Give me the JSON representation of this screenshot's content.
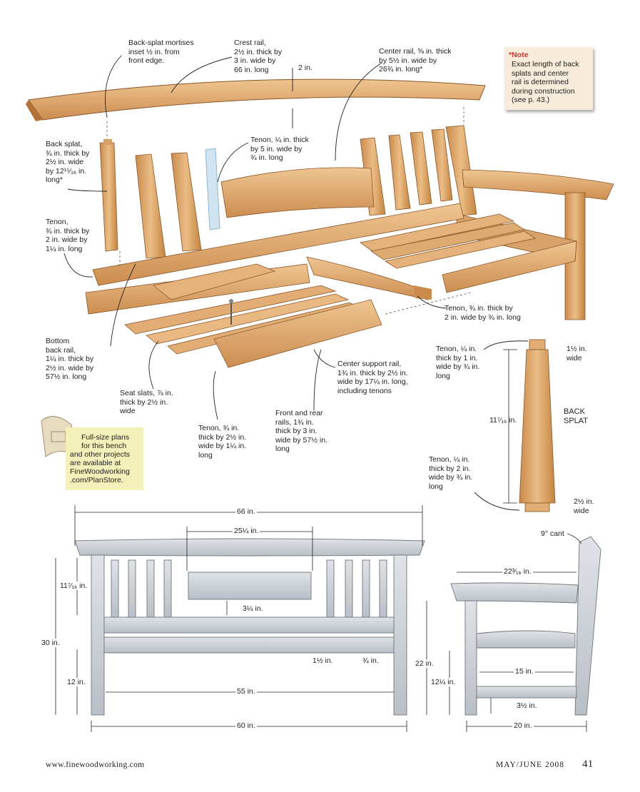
{
  "note": {
    "title": "*Note",
    "lines": [
      "Exact length of back",
      "splats and center",
      "rail is determined",
      "during construction",
      "(see p. 43.)"
    ]
  },
  "labels": {
    "backsplat_mortises": [
      "Back-splat mortises",
      "inset ½ in. from",
      "front edge."
    ],
    "crest_rail": [
      "Crest rail,",
      "2½ in. thick by",
      "3 in. wide by",
      "66 in. long"
    ],
    "two_in": [
      "2 in."
    ],
    "center_rail": [
      "Center rail, ⅝ in. thick",
      "by 5½ in. wide by",
      "26¾ in. long*"
    ],
    "back_splat": [
      "Back splat,",
      "¾ in. thick by",
      "2½ in. wide",
      "by 12¹⁵⁄₁₆ in.",
      "long*"
    ],
    "tenon_center": [
      "Tenon, ¼ in. thick",
      "by 5 in. wide by",
      "¾ in. long"
    ],
    "tenon_bottom": [
      "Tenon,",
      "¾ in. thick by",
      "2 in. wide by",
      "1¼ in. long"
    ],
    "tenon_support": [
      "Tenon, ¾ in. thick by",
      "2 in. wide by ¾ in. long"
    ],
    "bottom_back_rail": [
      "Bottom",
      "back rail,",
      "1¼ in. thick by",
      "2½ in. wide by",
      "57½ in. long"
    ],
    "seat_slats": [
      "Seat slats, ⅞ in.",
      "thick by 2½ in.",
      "wide"
    ],
    "center_support_rail": [
      "Center support rail,",
      "1¾ in. thick by 2½ in.",
      "wide by 17¼ in. long,",
      "including tenons"
    ],
    "tenon_front": [
      "Tenon, ¾ in.",
      "thick by 2½ in.",
      "wide by 1¼ in.",
      "long"
    ],
    "front_rear_rails": [
      "Front and rear",
      "rails, 1¾ in.",
      "thick by 3 in.",
      "wide by 57½ in.",
      "long"
    ],
    "tenon_splat_top": [
      "Tenon, ¼ in.",
      "thick by 1 in.",
      "wide by ¾ in.",
      "long"
    ],
    "splat_top_wide": [
      "1½ in.",
      "wide"
    ],
    "splat_height": [
      "11⁷⁄₁₆ in."
    ],
    "back_splat_title": [
      "BACK",
      "SPLAT"
    ],
    "tenon_splat_bottom": [
      "Tenon, ¼ in.",
      "thick by 2 in.",
      "wide by ¾ in.",
      "long"
    ],
    "splat_bottom_wide": [
      "2½ in.",
      "wide"
    ]
  },
  "plans": {
    "lines": [
      "Full-size plans",
      "for this bench",
      "and other projects",
      "are available at",
      "FineWoodworking",
      ".com/PlanStore."
    ]
  },
  "front_dims": {
    "overall_width": "66 in.",
    "center_width": "25¼ in.",
    "back_height": "11⁷⁄₁₆ in.",
    "center_rail_gap": "3¼ in.",
    "overall_height": "30 in.",
    "leg_height": "12 in.",
    "inner_width": "55 in.",
    "leg_span": "60 in.",
    "seat_height": "22 in.",
    "splat_width": "1½ in.",
    "splat_gap": "¾ in."
  },
  "side_dims": {
    "cant": "9° cant",
    "arm_length": "22³⁄₁₆ in.",
    "depth": "15 in.",
    "rail_height": "12¼ in.",
    "stretcher_gap": "3½ in.",
    "overall_depth": "20 in."
  },
  "footer": {
    "website": "www.finewoodworking.com",
    "issue": "MAY/JUNE 2008",
    "page": "41"
  },
  "colors": {
    "wood_light": "#e8b77f",
    "wood_mid": "#d79a5c",
    "wood_dark": "#b8763b",
    "note_red": "#c8362b",
    "note_bg": "#f7ecd9",
    "plans_bg": "#f3f0b9",
    "drawing_gray": "#c9ced4"
  }
}
